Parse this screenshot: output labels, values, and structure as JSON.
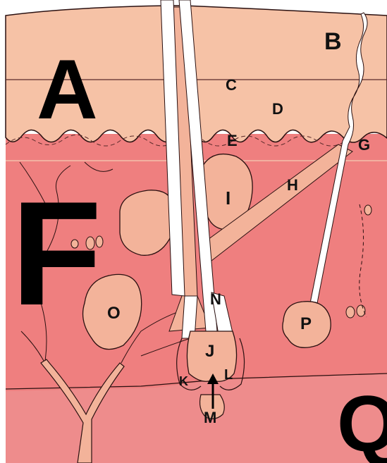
{
  "labels": {
    "A": "A",
    "B": "B",
    "C": "C",
    "D": "D",
    "E": "E",
    "F": "F",
    "G": "G",
    "H": "H",
    "I": "I",
    "J": "J",
    "K": "K",
    "L": "L",
    "M": "M",
    "N": "N",
    "O": "O",
    "P": "P",
    "Q": "Q"
  },
  "colors": {
    "epidermis": "#f6c2a6",
    "dermis": "#ef7f7f",
    "hypodermis": "#ee8a8a",
    "gland": "#f3b39a",
    "hair_shaft": "#ffffff",
    "outline": "#2a1010"
  }
}
